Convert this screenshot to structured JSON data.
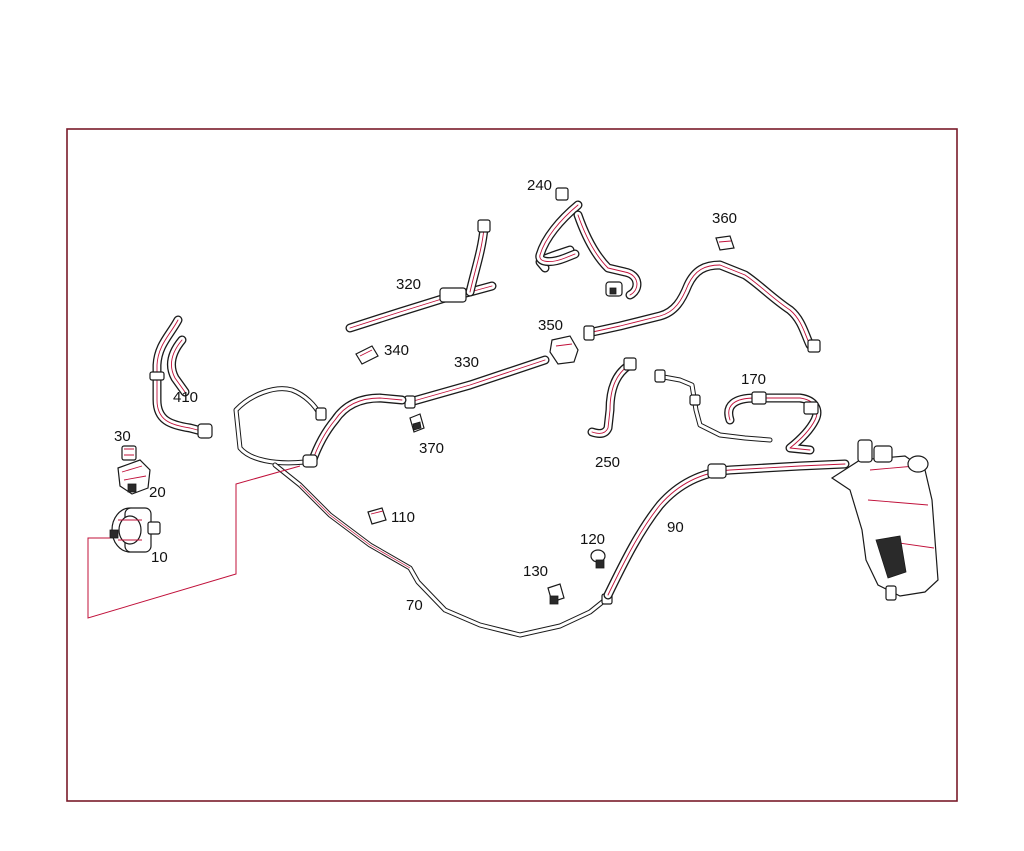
{
  "labels": {
    "p10": "10",
    "p20": "20",
    "p30": "30",
    "p70": "70",
    "p90": "90",
    "p110": "110",
    "p120": "120",
    "p130": "130",
    "p170": "170",
    "p240": "240",
    "p250": "250",
    "p320": "320",
    "p330": "330",
    "p340": "340",
    "p350": "350",
    "p360": "360",
    "p370": "370",
    "p410": "410"
  },
  "colors": {
    "frame": "#7a1a2a",
    "outline": "#1a1a1a",
    "accent": "#c0103a"
  }
}
